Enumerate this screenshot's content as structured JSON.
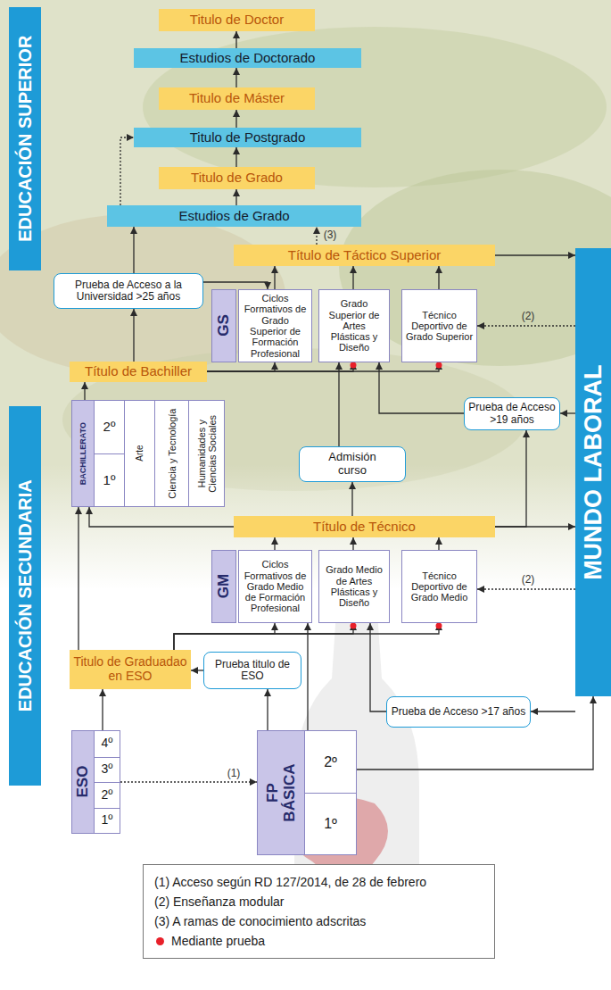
{
  "diagram": {
    "nodes": [
      {
        "text": [
          "EDUCACIÓN SUPERIOR"
        ]
      },
      {
        "text": [
          "EDUCACIÓN SECUNDARIA"
        ]
      },
      {
        "text": [
          "MUNDO LABORAL"
        ]
      },
      {
        "text": [
          "Titulo de Doctor"
        ]
      },
      {
        "text": [
          "Estudios de Doctorado"
        ]
      },
      {
        "text": [
          "Titulo de Máster"
        ]
      },
      {
        "text": [
          "Titulo de Postgrado"
        ]
      },
      {
        "text": [
          "Titulo de Grado"
        ]
      },
      {
        "text": [
          "Estudios de Grado"
        ]
      },
      {
        "text": [
          "Título de Táctico Superior"
        ]
      },
      {
        "text": [
          "Prueba de Acceso a la Universidad >25 años"
        ]
      },
      {
        "text": [
          "GS"
        ]
      },
      {
        "text": [
          "Ciclos Formativos de Grado Superior de Formación Profesional"
        ]
      },
      {
        "text": [
          "Grado Superior de Artes Plásticas y Diseño"
        ]
      },
      {
        "text": [
          "Técnico Deportivo de Grado Superior"
        ]
      },
      {
        "text": [
          "Título de Bachiller"
        ]
      },
      {
        "text": [
          "Prueba de Acceso >19 años"
        ]
      },
      {
        "text": [
          "BACHILLERATO",
          "2º",
          "1º",
          "Arte",
          "Ciencia y Tecnología",
          "Humanidades y Ciencias Sociales"
        ]
      },
      {
        "text": [
          "Admisión curso"
        ]
      },
      {
        "text": [
          "Título de Técnico"
        ]
      },
      {
        "text": [
          "GM"
        ]
      },
      {
        "text": [
          "Ciclos Formativos de Grado Medio de Formación Profesional"
        ]
      },
      {
        "text": [
          "Grado Medio de Artes Plásticas y Diseño"
        ]
      },
      {
        "text": [
          "Técnico Deportivo de Grado Medio"
        ]
      },
      {
        "text": [
          "Titulo de Graduadao en ESO"
        ]
      },
      {
        "text": [
          "Prueba titulo de ESO"
        ]
      },
      {
        "text": [
          "Prueba de Acceso >17 años"
        ]
      },
      {
        "text": [
          "ESO",
          "4º",
          "3º",
          "2º",
          "1º"
        ]
      },
      {
        "text": [
          "FP BÁSICA",
          "2º",
          "1º"
        ]
      }
    ],
    "edges": [
      {
        "from": 4,
        "to": 3,
        "arrow": "to"
      },
      {
        "from": 5,
        "to": 4,
        "arrow": "to"
      },
      {
        "from": 6,
        "to": 5,
        "arrow": "to"
      },
      {
        "from": 7,
        "to": 6,
        "arrow": "to"
      },
      {
        "from": 8,
        "to": 7,
        "arrow": "to"
      },
      {
        "from": 8,
        "to": 6,
        "arrow": "to"
      },
      {
        "from": 9,
        "to": 8,
        "label": "(3)",
        "arrow": "to"
      },
      {
        "from": 9,
        "to": 2,
        "arrow": "to"
      },
      {
        "from": 10,
        "to": 8,
        "arrow": "to"
      },
      {
        "from": 10,
        "to": 12,
        "arrow": "to"
      },
      {
        "from": 12,
        "to": 9,
        "arrow": "to"
      },
      {
        "from": 13,
        "to": 9,
        "arrow": "to"
      },
      {
        "from": 14,
        "to": 9,
        "arrow": "to"
      },
      {
        "from": 15,
        "to": 10,
        "arrow": "to"
      },
      {
        "from": 15,
        "to": 12,
        "arrow": "to"
      },
      {
        "from": 15,
        "to": 13,
        "arrow": "to"
      },
      {
        "from": 15,
        "to": 14,
        "arrow": "to"
      },
      {
        "from": 17,
        "to": 15,
        "arrow": "to"
      },
      {
        "from": 2,
        "to": 14,
        "label": "(2)",
        "arrow": "to"
      },
      {
        "from": 2,
        "to": 16,
        "arrow": "to"
      },
      {
        "from": 16,
        "to": 13,
        "arrow": "to"
      },
      {
        "from": 19,
        "to": 16,
        "arrow": "to"
      },
      {
        "from": 19,
        "to": 2,
        "arrow": "to"
      },
      {
        "from": 19,
        "to": 17,
        "arrow": "to"
      },
      {
        "from": 19,
        "to": 18,
        "arrow": "to"
      },
      {
        "from": 18,
        "to": 13,
        "arrow": "to"
      },
      {
        "from": 21,
        "to": 19,
        "arrow": "to"
      },
      {
        "from": 22,
        "to": 19,
        "arrow": "to"
      },
      {
        "from": 23,
        "to": 19,
        "arrow": "to"
      },
      {
        "from": 24,
        "to": 21,
        "arrow": "to"
      },
      {
        "from": 24,
        "to": 22,
        "arrow": "to"
      },
      {
        "from": 24,
        "to": 23,
        "arrow": "to"
      },
      {
        "from": 24,
        "to": 17,
        "arrow": "to"
      },
      {
        "from": 27,
        "to": 24,
        "arrow": "to"
      },
      {
        "from": 25,
        "to": 24,
        "arrow": "to"
      },
      {
        "from": 28,
        "to": 25,
        "arrow": "to"
      },
      {
        "from": 28,
        "to": 21,
        "arrow": "to"
      },
      {
        "from": 28,
        "to": 2,
        "arrow": "to"
      },
      {
        "from": 27,
        "to": 28,
        "label": "(1)",
        "arrow": "to"
      },
      {
        "from": 26,
        "to": 22,
        "arrow": "to"
      },
      {
        "from": 2,
        "to": 26,
        "arrow": "to"
      },
      {
        "from": 2,
        "to": 23,
        "label": "(2)",
        "arrow": "to"
      }
    ],
    "legend": [
      {
        "text": "(1) Acceso según RD 127/2014, de 28 de febrero"
      },
      {
        "text": "(2) Enseñanza modular"
      },
      {
        "text": "(3) A ramas de conocimiento adscritas"
      },
      {
        "text": "Mediante prueba",
        "color": "#e8202a"
      }
    ]
  }
}
